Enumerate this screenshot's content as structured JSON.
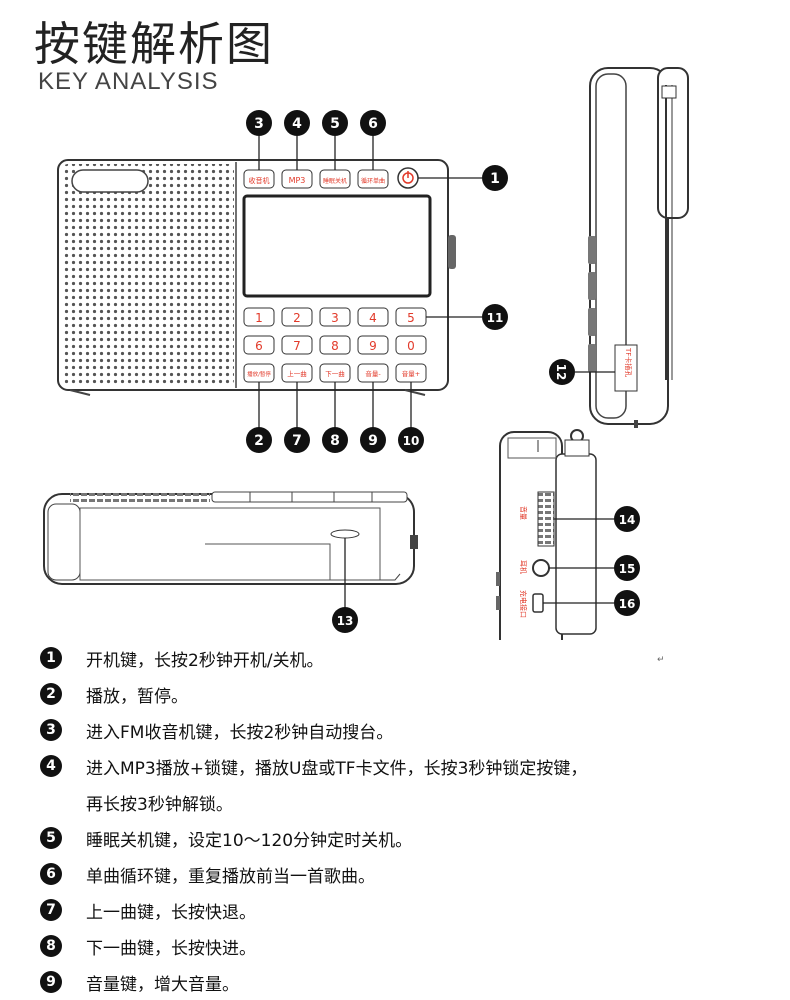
{
  "header": {
    "title": "按键解析图",
    "subtitle": "KEY ANALYSIS"
  },
  "front_panel": {
    "top_keys": [
      "收音机",
      "MP3",
      "睡眠关机",
      "循环单曲"
    ],
    "number_keys_row1": [
      "1",
      "2",
      "3",
      "4",
      "5"
    ],
    "number_keys_row2": [
      "6",
      "7",
      "8",
      "9",
      "0"
    ],
    "bottom_keys": [
      "播放/暂停",
      "上一曲",
      "下一曲",
      "音量-",
      "音量+"
    ]
  },
  "side_labels": {
    "tf_slot": "TF卡插孔",
    "volume": "音量",
    "earphone": "耳机",
    "charge_port": "充电接口"
  },
  "callouts": [
    "1",
    "2",
    "3",
    "4",
    "5",
    "6",
    "7",
    "8",
    "9",
    "10",
    "11",
    "12",
    "13",
    "14",
    "15",
    "16"
  ],
  "legend": [
    {
      "num": "1",
      "lines": [
        "开机键，长按2秒钟开机/关机。"
      ]
    },
    {
      "num": "2",
      "lines": [
        "播放，暂停。"
      ]
    },
    {
      "num": "3",
      "lines": [
        "进入FM收音机键，长按2秒钟自动搜台。"
      ]
    },
    {
      "num": "4",
      "lines": [
        "进入MP3播放+锁键，播放U盘或TF卡文件，长按3秒钟锁定按键，",
        "再长按3秒钟解锁。"
      ]
    },
    {
      "num": "5",
      "lines": [
        "睡眠关机键，设定10～120分钟定时关机。"
      ]
    },
    {
      "num": "6",
      "lines": [
        "单曲循环键，重复播放前当一首歌曲。"
      ]
    },
    {
      "num": "7",
      "lines": [
        "上一曲键，长按快退。"
      ]
    },
    {
      "num": "8",
      "lines": [
        "下一曲键，长按快进。"
      ]
    },
    {
      "num": "9",
      "lines": [
        "音量键，增大音量。"
      ]
    }
  ]
}
